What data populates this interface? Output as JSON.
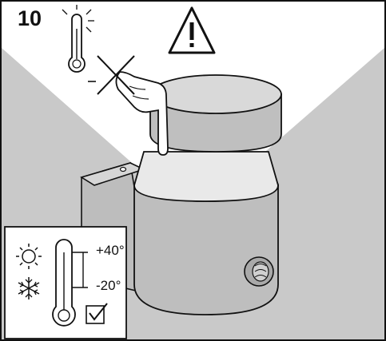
{
  "step": {
    "number": "10"
  },
  "legend": {
    "max_temp": "+40°",
    "min_temp": "-20°"
  },
  "icons": {
    "warning": "warning-triangle-icon",
    "thermometer_hot": "thermometer-heat-icon",
    "thermometer": "thermometer-icon",
    "sun": "sun-icon",
    "snowflake": "snowflake-icon",
    "checkbox": "checkbox-checked-icon",
    "crossed_out": "prohibited-cross-icon",
    "hand": "hand-touch-icon",
    "motion_sensor": "motion-sensor-icon"
  },
  "colors": {
    "background_gray": "#c9c9c9",
    "lamp_gray": "#bcbcbc",
    "outline": "#111111",
    "frame": "#111111"
  }
}
